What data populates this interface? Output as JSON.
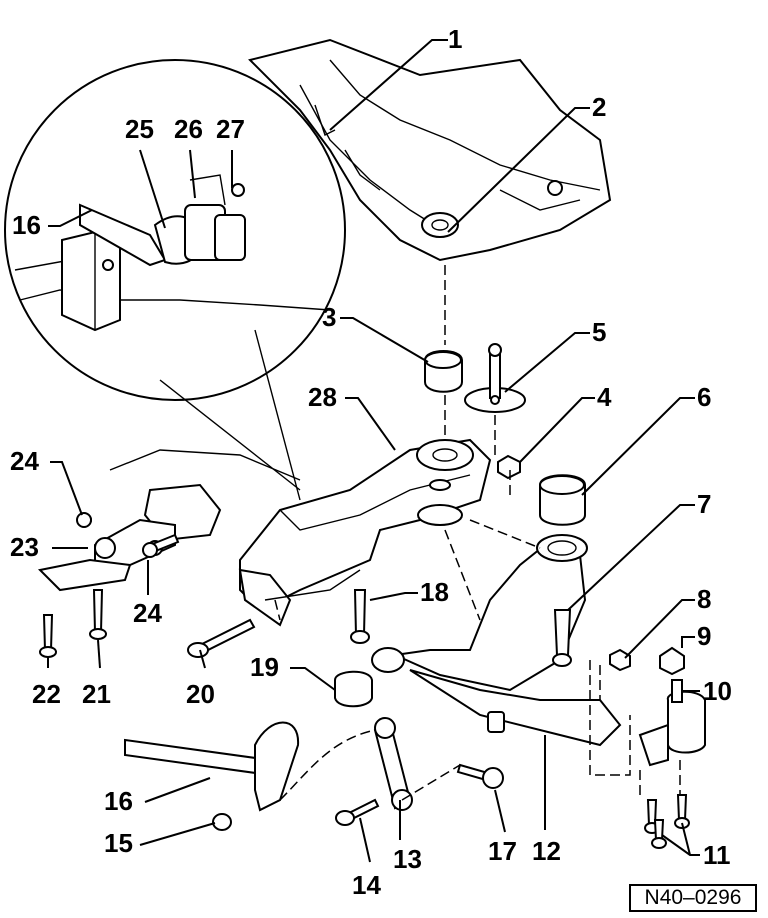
{
  "diagram": {
    "reference_code": "N40–0296",
    "callouts": [
      {
        "id": "c1",
        "label": "1"
      },
      {
        "id": "c2",
        "label": "2"
      },
      {
        "id": "c3",
        "label": "3"
      },
      {
        "id": "c4",
        "label": "4"
      },
      {
        "id": "c5",
        "label": "5"
      },
      {
        "id": "c6",
        "label": "6"
      },
      {
        "id": "c7",
        "label": "7"
      },
      {
        "id": "c8",
        "label": "8"
      },
      {
        "id": "c9",
        "label": "9"
      },
      {
        "id": "c10",
        "label": "10"
      },
      {
        "id": "c11",
        "label": "11"
      },
      {
        "id": "c12",
        "label": "12"
      },
      {
        "id": "c13",
        "label": "13"
      },
      {
        "id": "c14",
        "label": "14"
      },
      {
        "id": "c15",
        "label": "15"
      },
      {
        "id": "c16a",
        "label": "16"
      },
      {
        "id": "c16b",
        "label": "16"
      },
      {
        "id": "c17",
        "label": "17"
      },
      {
        "id": "c18",
        "label": "18"
      },
      {
        "id": "c19",
        "label": "19"
      },
      {
        "id": "c20",
        "label": "20"
      },
      {
        "id": "c21",
        "label": "21"
      },
      {
        "id": "c22",
        "label": "22"
      },
      {
        "id": "c23",
        "label": "23"
      },
      {
        "id": "c24a",
        "label": "24"
      },
      {
        "id": "c24b",
        "label": "24"
      },
      {
        "id": "c25",
        "label": "25"
      },
      {
        "id": "c26",
        "label": "26"
      },
      {
        "id": "c27",
        "label": "27"
      },
      {
        "id": "c28",
        "label": "28"
      }
    ]
  }
}
